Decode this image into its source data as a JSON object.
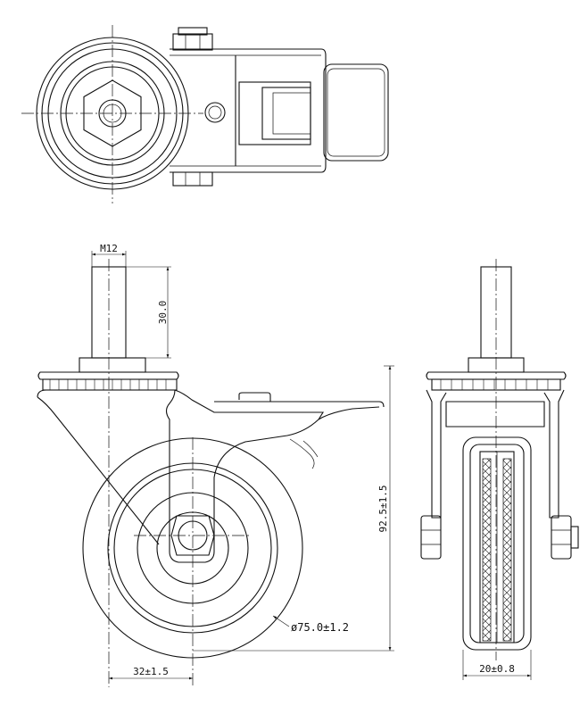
{
  "dimensions": {
    "thread": "M12",
    "stem_length": "30.0",
    "height": "92.5±1.5",
    "wheel_diameter": "ø75.0±1.2",
    "offset": "32±1.5",
    "width": "20±0.8"
  }
}
